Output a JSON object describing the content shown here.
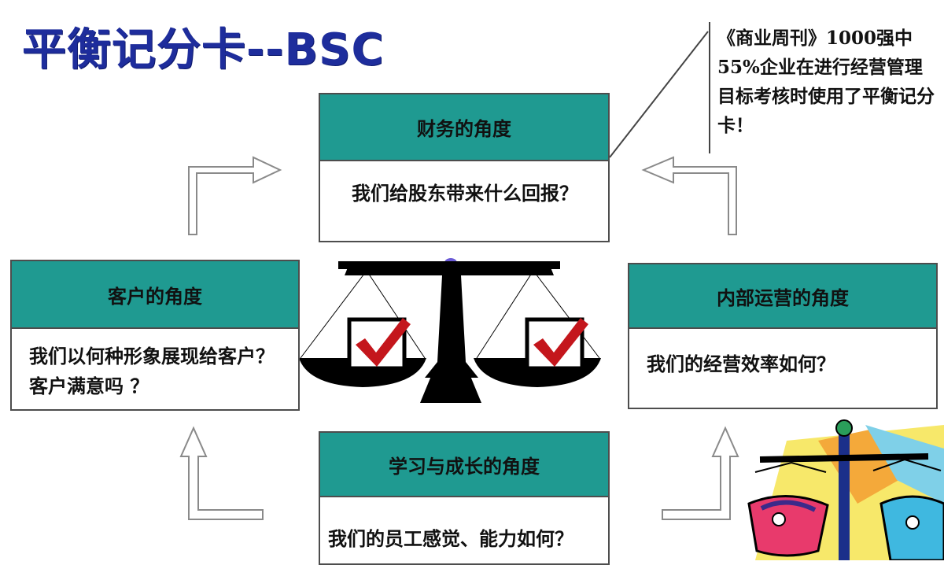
{
  "title": "平衡记分卡--BSC",
  "note": "《商业周刊》1000强中55%企业在进行经营管理目标考核时使用了平衡记分卡！",
  "perspectives": {
    "financial": {
      "heading": "财务的角度",
      "question": "我们给股东带来什么回报？"
    },
    "customer": {
      "heading": "客户的角度",
      "question": "我们以何种形象展现给客户？客户满意吗 ？"
    },
    "internal": {
      "heading": "内部运营的角度",
      "question": "我们的经营效率如何？"
    },
    "learning": {
      "heading": "学习与成长的角度",
      "question": "我们的员工感觉、能力如何？"
    }
  },
  "icons": {
    "scale": "balance-scale-icon",
    "check": "checkmark-icon",
    "decor": "colorful-scale-illustration"
  },
  "colors": {
    "title": "#1e2d9c",
    "header": "#1f9a91",
    "check": "#c4161c",
    "border": "#4d4d4d"
  }
}
